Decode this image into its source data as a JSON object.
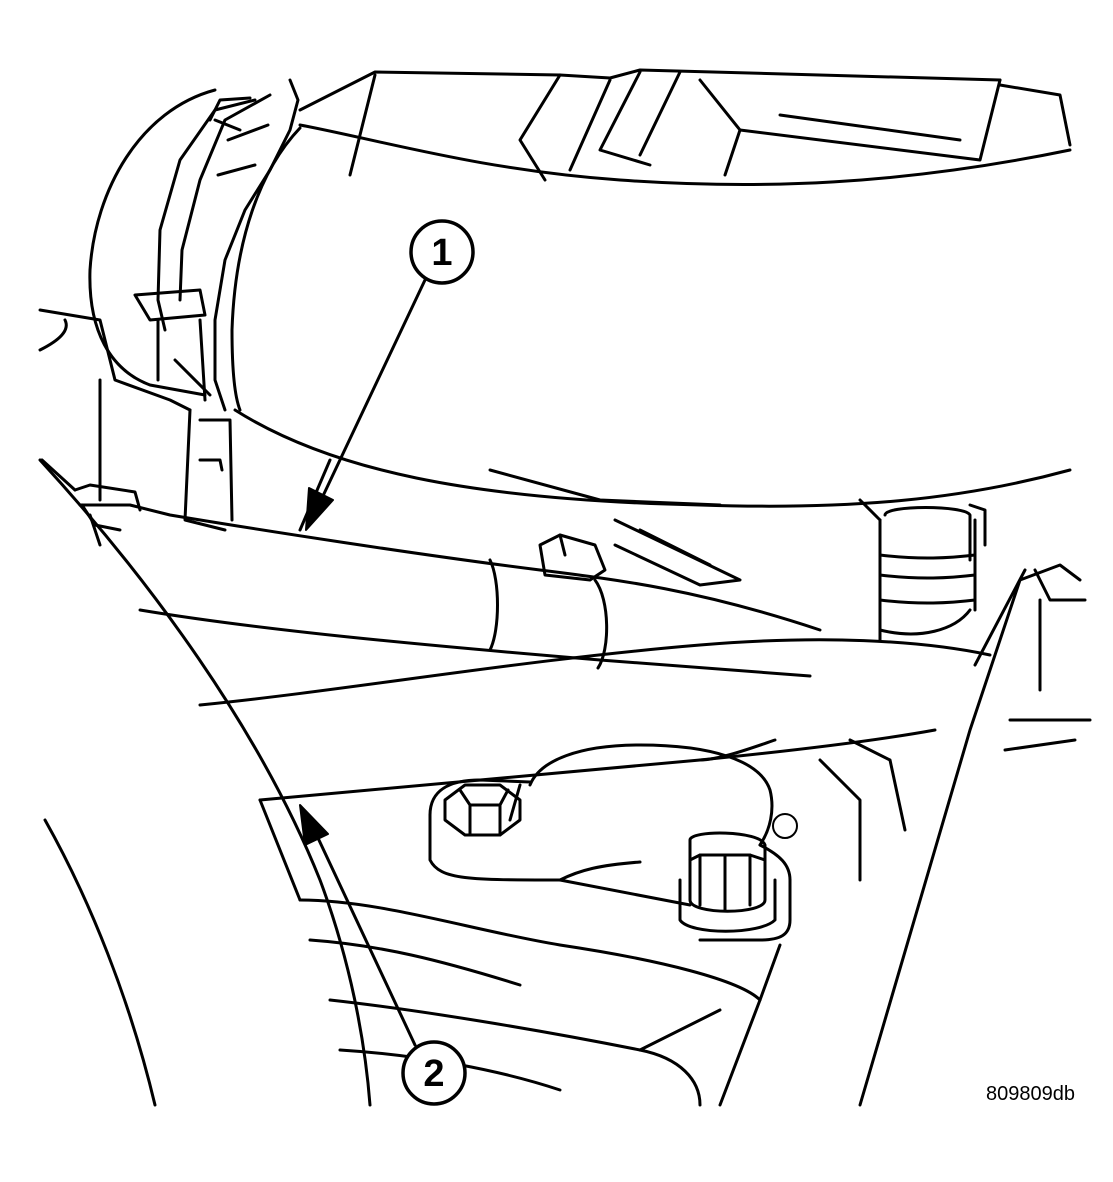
{
  "callouts": [
    {
      "label": "1"
    },
    {
      "label": "2"
    }
  ],
  "figure_id": "809809db"
}
